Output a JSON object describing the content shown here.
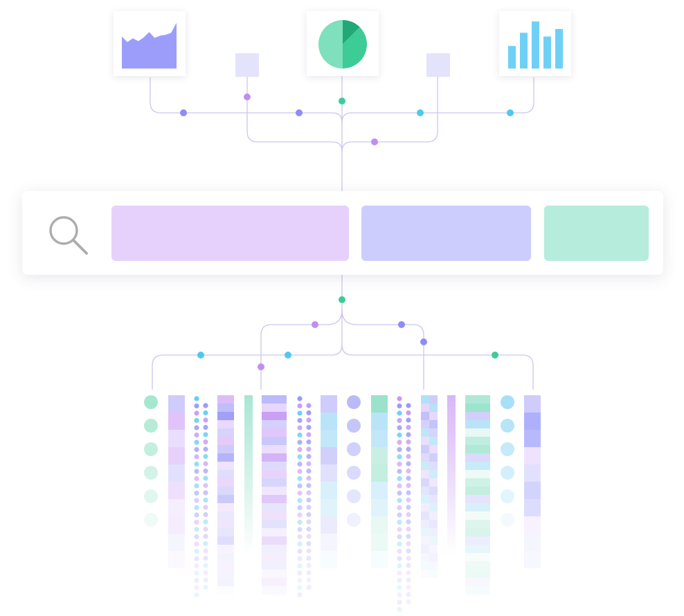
{
  "colors": {
    "line": "#c9c6ef",
    "purple": "#c08ef2",
    "indigo": "#8e8cf6",
    "green": "#3dcc96",
    "blue": "#4fc8ef",
    "area_fill": "#9c9dfb",
    "bar_fill": "#6fd0f6",
    "pie_dark": "#22a877",
    "pie_mid": "#3dcc96",
    "pie_light": "#7ee0bc",
    "small_square": "#e3e3fc",
    "filter_purple": "#e6d1fc",
    "filter_indigo": "#cdcdfd",
    "filter_green": "#b6ecdc",
    "search_icon": "#adadad"
  },
  "icons": {
    "search": "search-icon",
    "area_chart": "area-chart-icon",
    "pie_chart": "pie-chart-icon",
    "bar_chart": "bar-chart-icon"
  },
  "mini_bar_chart": {
    "values": [
      0.48,
      0.76,
      1.0,
      0.68,
      0.84
    ]
  },
  "mini_pie_chart": {
    "slices": [
      0.125,
      0.375,
      0.5
    ]
  },
  "mini_area_chart": {
    "values": [
      0.7,
      0.58,
      0.66,
      0.6,
      0.68,
      0.8,
      0.67,
      0.72,
      0.74,
      0.78,
      1.0
    ]
  }
}
